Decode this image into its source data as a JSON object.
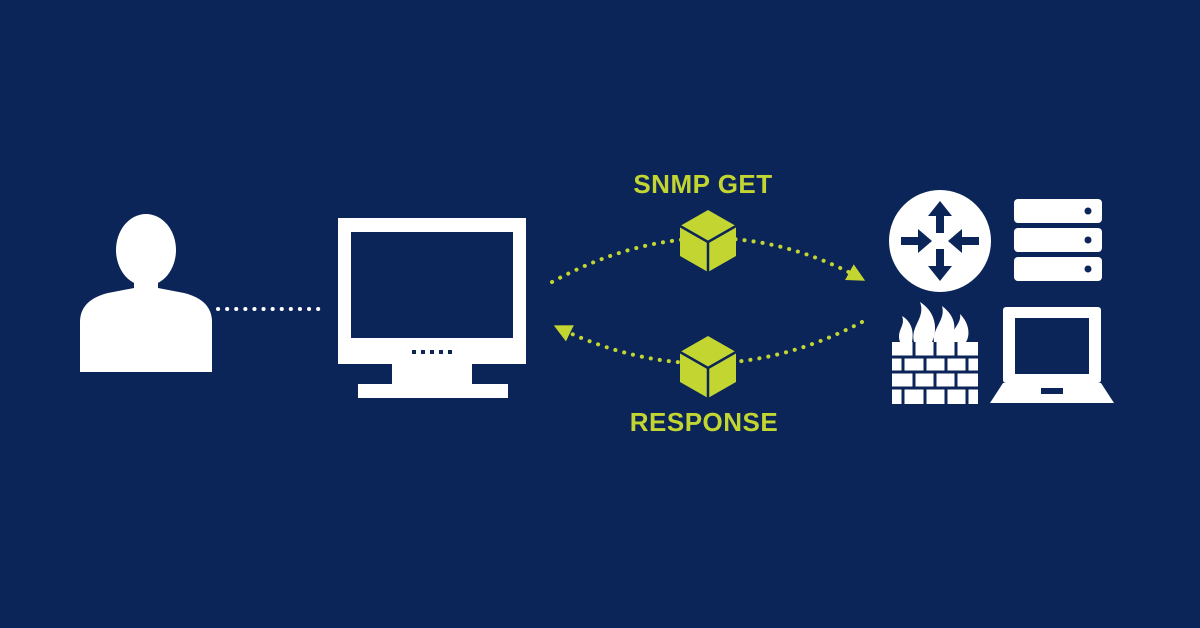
{
  "diagram": {
    "request_label": "SNMP GET",
    "response_label": "RESPONSE",
    "nodes": [
      {
        "id": "user",
        "icon": "user-silhouette-icon"
      },
      {
        "id": "manager",
        "icon": "monitor-icon"
      },
      {
        "id": "router",
        "icon": "router-icon"
      },
      {
        "id": "server",
        "icon": "server-rack-icon"
      },
      {
        "id": "firewall",
        "icon": "firewall-icon"
      },
      {
        "id": "laptop",
        "icon": "laptop-icon"
      }
    ],
    "packet_icon": "package-cube-icon"
  },
  "colors": {
    "background": "#0c2559",
    "accent": "#c2d531",
    "icon": "#ffffff"
  }
}
